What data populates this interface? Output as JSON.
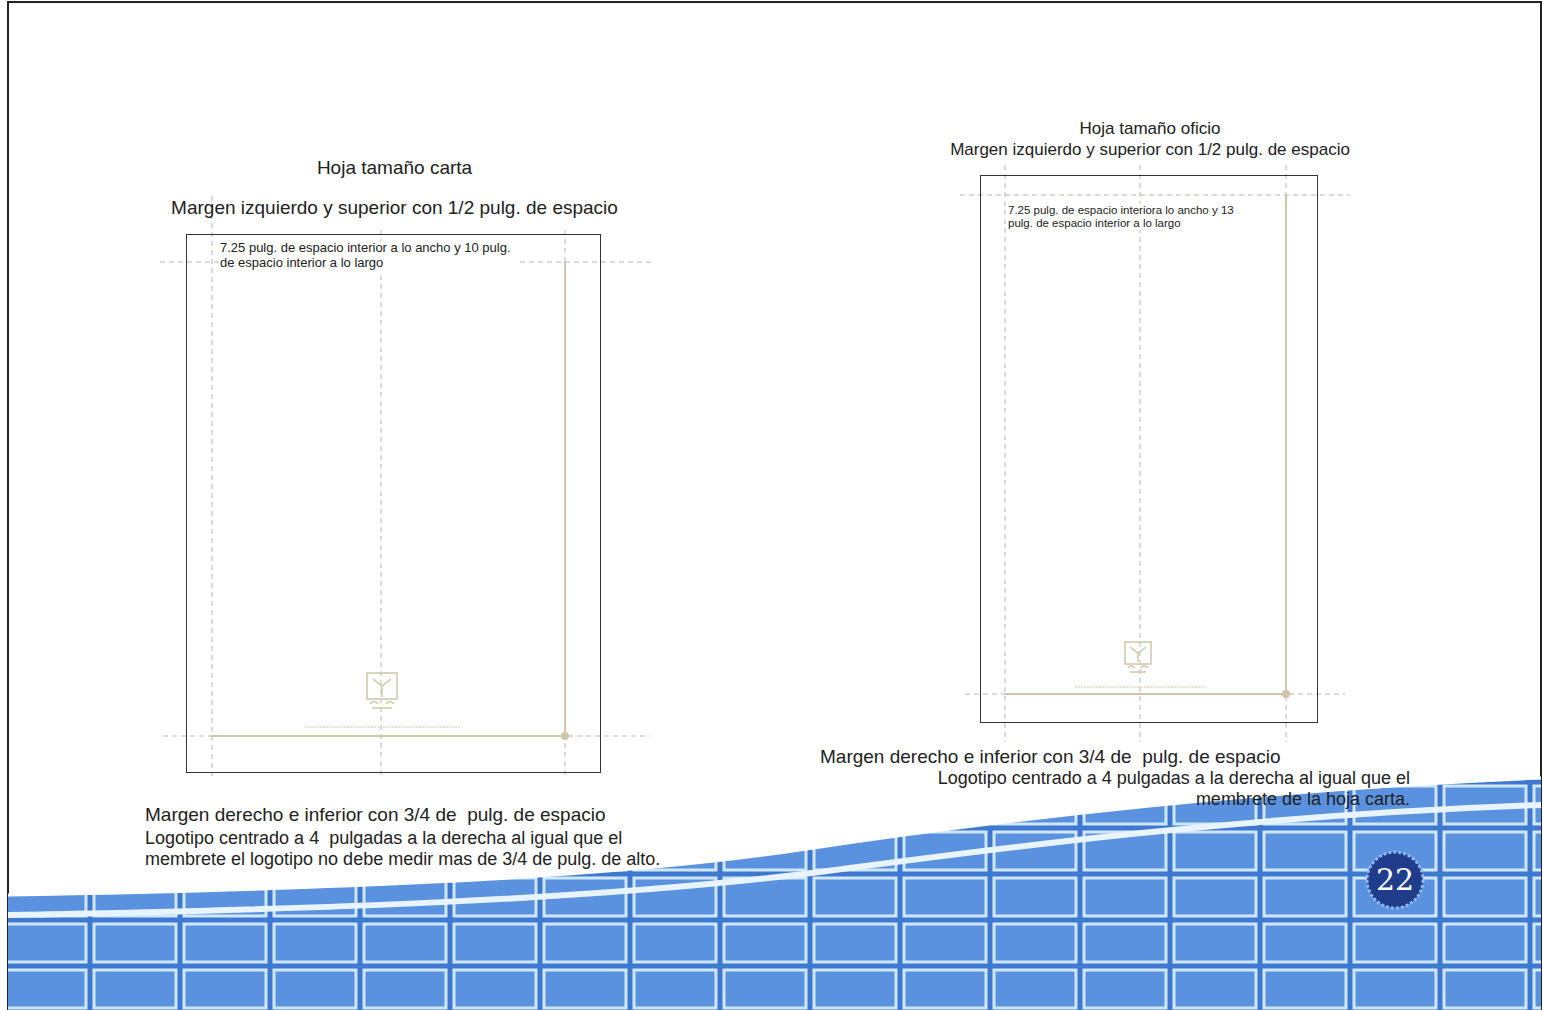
{
  "diagram": {
    "nodes": [
      {
        "text": [
          "Hoja tamaño carta",
          "Margen izquierdo y superior con 1/2 pulg. de espacio",
          "7.25 pulg. de espacio interior a lo ancho y 10 pulg. de espacio interior a lo largo"
        ]
      },
      {
        "text": [
          "Hoja tamaño oficio",
          "Margen izquierdo y superior con 1/2 pulg. de espacio",
          "7.25 pulg. de espacio interiora lo ancho y 13 pulg. de espacio interior a lo largo"
        ]
      }
    ],
    "labels": [
      "Margen derecho e inferior con 3/4 de  pulg. de espacio",
      "Logotipo centrado a 4  pulgadas a la derecha al igual que el membrete el logotipo no debe medir mas de 3/4 de pulg. de alto.",
      "Margen derecho e inferior con 3/4 de  pulg. de espacio",
      "Logotipo centrado a 4 pulgadas a la derecha al igual que el membrete de la hoja carta.",
      "22"
    ]
  }
}
